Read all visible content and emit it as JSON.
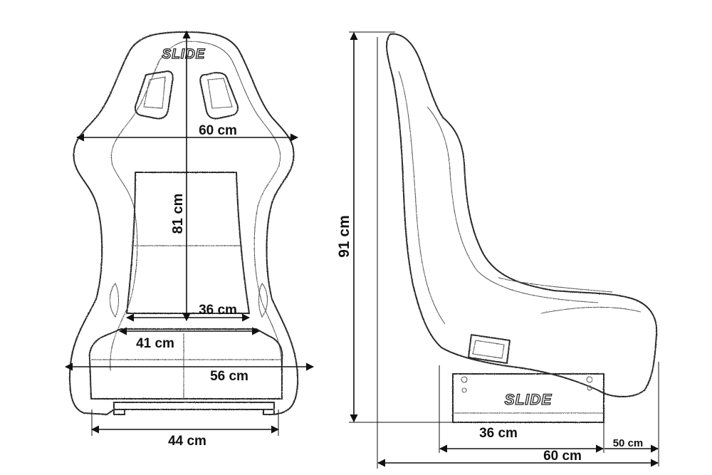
{
  "brand": {
    "logo_text": "SLIDE"
  },
  "front_view": {
    "dimensions": {
      "shoulder_width": "60 cm",
      "back_height": "81 cm",
      "inner_width_top": "36 cm",
      "inner_width_bottom": "41 cm",
      "base_outer_width": "56 cm",
      "base_mount_width": "44 cm"
    }
  },
  "side_view": {
    "dimensions": {
      "total_height": "91 cm",
      "mount_length": "36 cm",
      "seat_depth_extra": "50 cm",
      "total_depth": "60 cm"
    }
  }
}
